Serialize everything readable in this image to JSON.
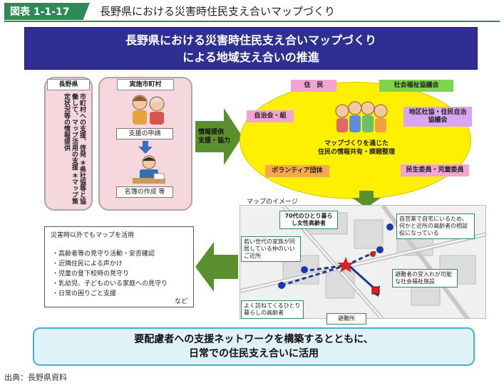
{
  "figure": {
    "label": "図表 1-1-17",
    "title": "長野県における災害時住民支え合いマップづくり"
  },
  "banner": {
    "line1": "長野県における災害時住民支え合いマップづくり",
    "line2": "による地域支え合いの推進"
  },
  "prefecture": {
    "tag": "長野県",
    "text": "市町村への支援、啓発 ＊県社協等と協働して、マップ活用の支援 ＊マップ策定状況等の情報提供"
  },
  "municipality": {
    "tag": "実施市町村",
    "step1": "支援の申請",
    "step2": "名簿の作成 等"
  },
  "arrow1": {
    "line1": "情報提供",
    "line2": "支援・協力"
  },
  "ellipse": {
    "center_line1": "マップづくりを通じた",
    "center_line2": "住民の情報共有・課題整理",
    "chips": {
      "residents": "住　民",
      "social_welfare": "社会福祉協議会",
      "neighborhood": "自治会・組",
      "district": "地区社協・住民自治協議会",
      "volunteer": "ボランティア団体",
      "welfare_commissioner": "民生委員・児童委員"
    },
    "colors": {
      "fill": "#ffef00",
      "residents": "#f0a5d2",
      "social_welfare": "#7fd44d",
      "neighborhood": "#f0a5d2",
      "district": "#d8a5f0",
      "volunteer": "#f7a84a",
      "welfare_commissioner": "#f0a5d2"
    }
  },
  "map": {
    "caption": "マップのイメージ",
    "notes": {
      "elderly": "70代のひとり暮らし女性高齢者",
      "family": "若い世代の家族が同居している仲のいいご近所",
      "neighbor_worker": "自営業で自宅にいるため、何かと近所の高齢者の相談役になっている",
      "shelter_facility": "避難者の受入れが可能な社会福祉施設",
      "visitor": "よく訪ねてくるひとり暮らしの高齢者",
      "evacuation": "避難所"
    }
  },
  "uses": {
    "title": "災害時以外でもマップを活用",
    "items": [
      "高齢者等の見守り活動・安否確認",
      "近隣住民による声かけ",
      "児童の登下校時の見守り",
      "乳幼児、子どものいる家庭への見守り",
      "日常の困りごと支援"
    ],
    "etc": "など",
    "bullet": "・"
  },
  "bottom": {
    "line1": "要配慮者への支援ネットワークを構築するとともに、",
    "line2": "日常での住民支え合いに活用"
  },
  "source": "出典：長野県資料"
}
